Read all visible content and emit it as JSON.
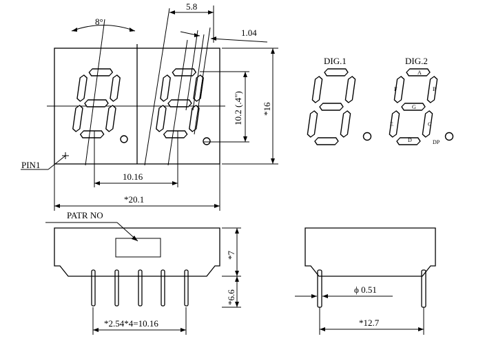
{
  "dimensions": {
    "angle": "8°",
    "top_width": "5.8",
    "slant_offset": "1.04",
    "digit_height": "10.2 (.4\")",
    "height": "*16",
    "digit_pitch": "10.16",
    "total_width": "*20.1",
    "body_height": "*7",
    "pin_length": "*6.6",
    "pin_pitch": "*2.54*4=10.16",
    "pin_diameter": "ϕ 0.51",
    "row_spacing": "*12.7"
  },
  "labels": {
    "pin1": "PIN1",
    "part_no": "PATR NO",
    "dig1": "DIG.1",
    "dig2": "DIG.2"
  },
  "segments": {
    "a": "A",
    "b": "B",
    "c": "C",
    "d": "D",
    "e": "E",
    "f": "F",
    "g": "G",
    "dp": "DP"
  }
}
